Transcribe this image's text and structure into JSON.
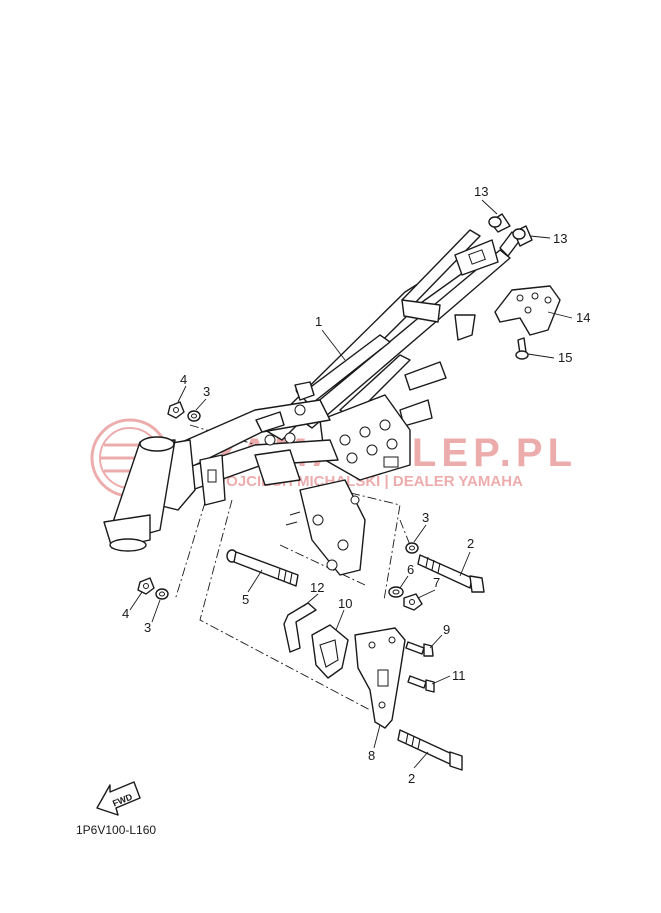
{
  "watermark": {
    "brand": "YAMASKLEP.PL",
    "tagline": "WOJCIECH MICHALSKI | DEALER YAMAHA",
    "color": "#e06a6a"
  },
  "callouts": [
    "1",
    "2",
    "2",
    "3",
    "3",
    "3",
    "4",
    "4",
    "5",
    "6",
    "7",
    "8",
    "9",
    "10",
    "11",
    "12",
    "13",
    "13",
    "14",
    "15"
  ],
  "fwd_label": "FWD",
  "diagram_code": "1P6V100-L160"
}
